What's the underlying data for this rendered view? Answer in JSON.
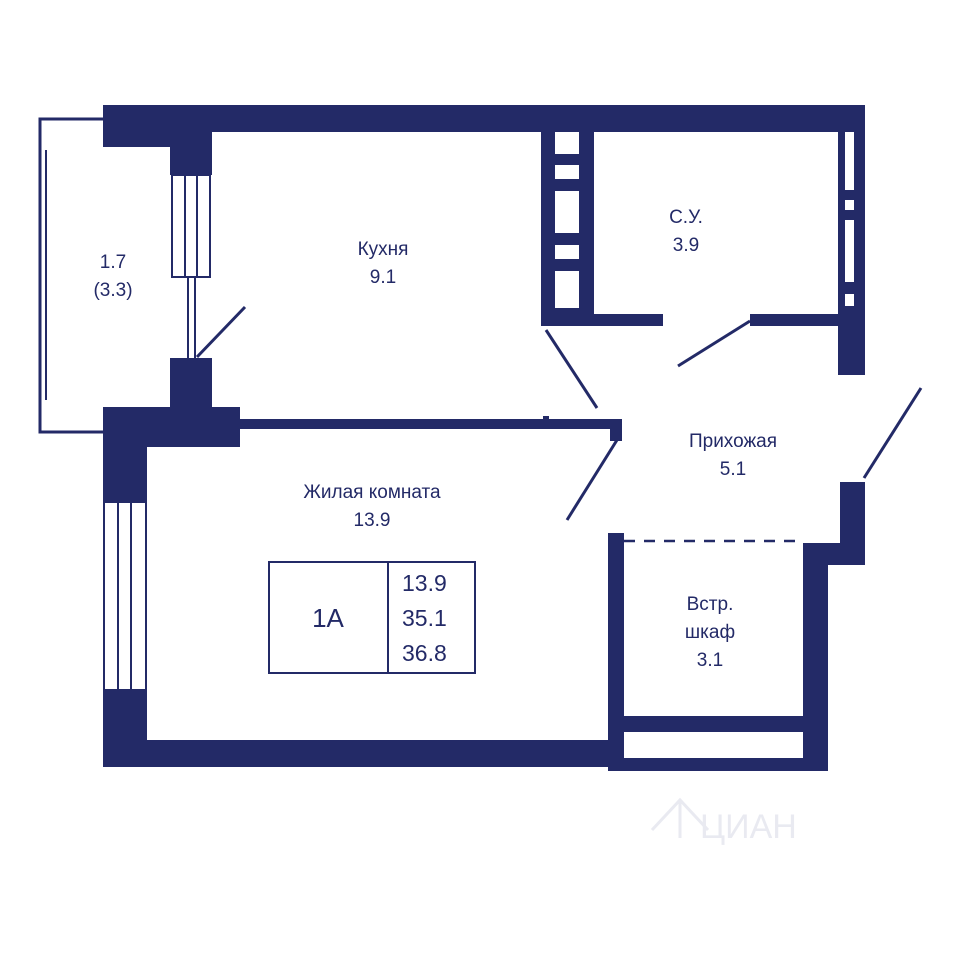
{
  "colors": {
    "wall": "#232a67",
    "background": "#ffffff",
    "text": "#232a67",
    "watermark": "#e9eaf1"
  },
  "rooms": {
    "balcony": {
      "area": "1.7",
      "area_full": "(3.3)"
    },
    "kitchen": {
      "name": "Кухня",
      "area": "9.1"
    },
    "bathroom": {
      "name": "С.У.",
      "area": "3.9"
    },
    "hallway": {
      "name": "Прихожая",
      "area": "5.1"
    },
    "living": {
      "name": "Жилая комната",
      "area": "13.9"
    },
    "closet": {
      "name_line1": "Встр.",
      "name_line2": "шкаф",
      "area": "3.1"
    }
  },
  "info_box": {
    "code": "1А",
    "living_area": "13.9",
    "total_area": "35.1",
    "full_area": "36.8"
  },
  "watermark": {
    "text": "ЦИАН",
    "icon": "cian-house-icon"
  }
}
